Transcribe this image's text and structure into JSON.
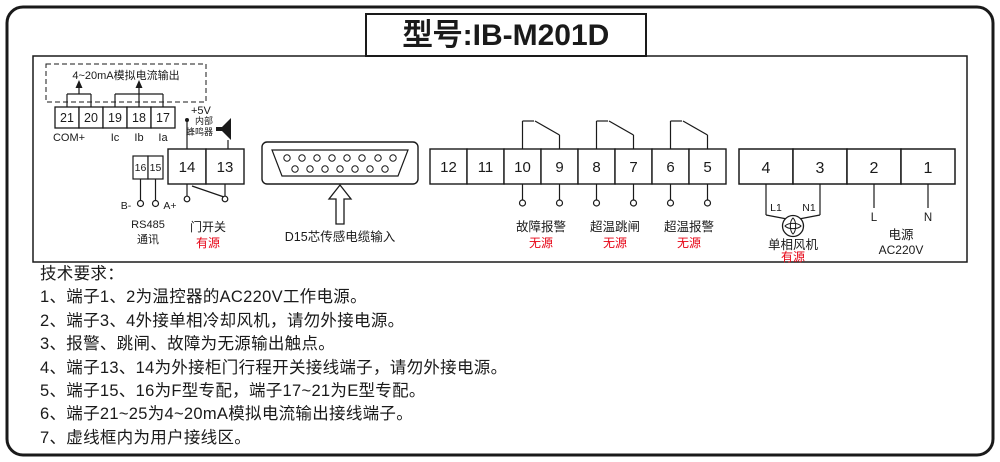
{
  "title": "型号:IB-M201D",
  "colors": {
    "red": "#e60012",
    "ink": "#1a1a1a"
  },
  "diagram": {
    "analog_output": {
      "box_label": "4~20mA模拟电流输出",
      "terminals": [
        "21",
        "20",
        "19",
        "18",
        "17"
      ],
      "pin_labels": [
        "COM+",
        "Ic",
        "Ib",
        "Ia"
      ]
    },
    "internal": {
      "plus_5v": "+5V",
      "buzzer_line1": "内部",
      "buzzer_line2": "蜂鸣器"
    },
    "rs485": {
      "terminals": [
        "16",
        "15"
      ],
      "b_label": "B-",
      "a_label": "A+",
      "name_line1": "RS485",
      "name_line2": "通讯"
    },
    "door_switch": {
      "terminals": [
        "14",
        "13"
      ],
      "label": "门开关",
      "state": "有源"
    },
    "d15": {
      "label": "D15芯传感电缆输入"
    },
    "relay": {
      "terminals": [
        "12",
        "11",
        "10",
        "9",
        "8",
        "7",
        "6",
        "5"
      ],
      "groups": [
        {
          "label": "故障报警",
          "state": "无源"
        },
        {
          "label": "超温跳闸",
          "state": "无源"
        },
        {
          "label": "超温报警",
          "state": "无源"
        }
      ]
    },
    "power": {
      "terminals": [
        "4",
        "3",
        "2",
        "1"
      ],
      "fan_l1": "L1",
      "fan_n1": "N1",
      "fan_label": "单相风机",
      "fan_state": "有源",
      "line_l": "L",
      "line_n": "N",
      "supply_label": "电源",
      "supply_voltage": "AC220V"
    }
  },
  "requirements": {
    "heading": "技术要求：",
    "items": [
      "1、端子1、2为温控器的AC220V工作电源。",
      "2、端子3、4外接单相冷却风机，请勿外接电源。",
      "3、报警、跳闸、故障为无源输出触点。",
      "4、端子13、14为外接柜门行程开关接线端子，请勿外接电源。",
      "5、端子15、16为F型专配，端子17~21为E型专配。",
      "6、端子21~25为4~20mA模拟电流输出接线端子。",
      "7、虚线框内为用户接线区。"
    ]
  }
}
